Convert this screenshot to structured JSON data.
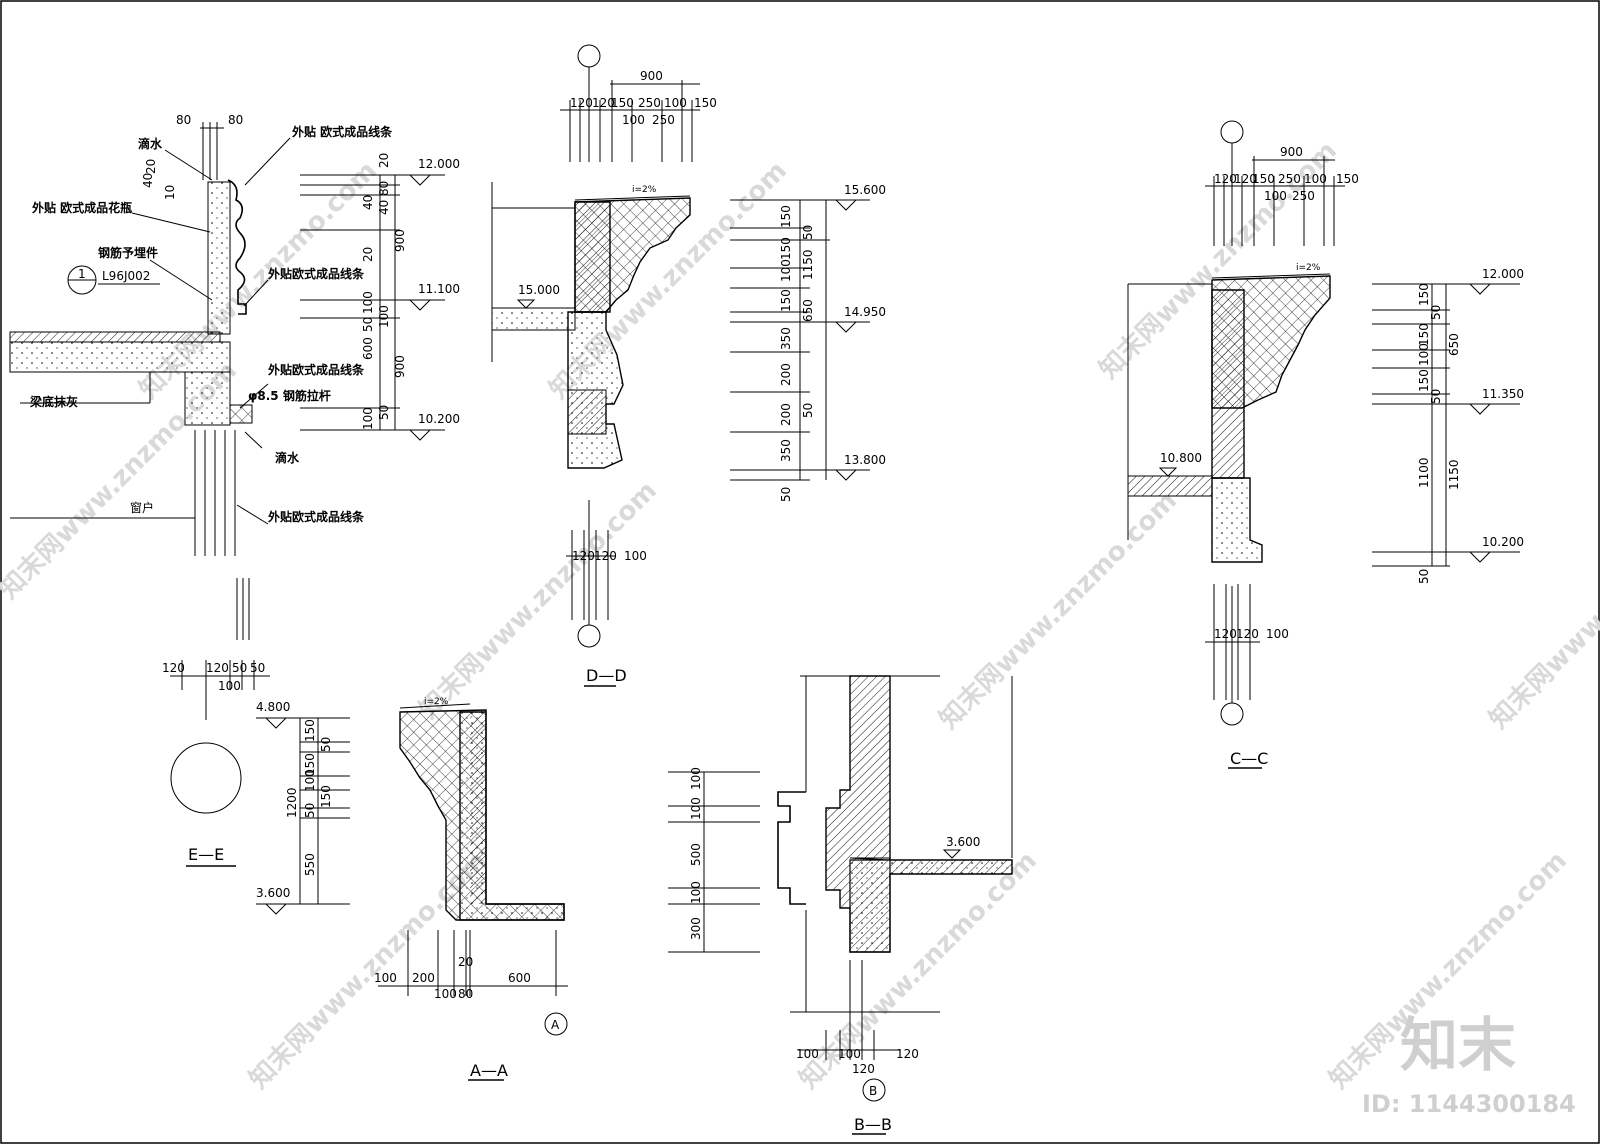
{
  "watermark": {
    "text": "知末网www.znzmo.com",
    "brand": "知末",
    "id_text": "ID: 1144300184"
  },
  "section_left": {
    "labels": {
      "drip_top": "滴水",
      "cornice_strip_top": "外贴 欧式成品线条",
      "flower_panel": "外贴 欧式成品花瓶",
      "embed": "钢筋予埋件",
      "strip_mid": "外贴欧式成品线条",
      "strip_lower": "外贴欧式成品线条",
      "rebar_tie": "φ8.5 钢筋拉杆",
      "drip_bottom": "滴水",
      "beam_plaster": "梁底抹灰",
      "window": "窗户",
      "strip_bottom": "外贴欧式成品线条",
      "ref_num": "1",
      "ref_code": "L96J002"
    },
    "elevations": [
      "12.000",
      "11.100",
      "10.200"
    ],
    "dims_top": [
      "80",
      "80"
    ],
    "dims_left_small": [
      "20",
      "40",
      "10"
    ],
    "dims_vertical": [
      "20",
      "80",
      "40",
      "40",
      "20",
      "100",
      "50",
      "600",
      "100",
      "50",
      "100",
      "900",
      "900"
    ]
  },
  "section_dd": {
    "title": "D—D",
    "axis": "",
    "dims_top": [
      "900",
      "120",
      "120",
      "150",
      "250",
      "100",
      "150",
      "100",
      "250"
    ],
    "dims_bottom": [
      "120",
      "120",
      "100"
    ],
    "slope": "i=2%",
    "elevation_floor": "15.000",
    "elevations": [
      "15.600",
      "14.950",
      "13.800"
    ],
    "dims_vertical": [
      "150",
      "150",
      "100",
      "150",
      "350",
      "200",
      "200",
      "350",
      "50",
      "50",
      "650",
      "1150",
      "50"
    ]
  },
  "section_cc": {
    "title": "C—C",
    "dims_top": [
      "900",
      "120",
      "120",
      "150",
      "250",
      "100",
      "150",
      "100",
      "250"
    ],
    "dims_bottom": [
      "120",
      "120",
      "100"
    ],
    "slope": "i=2%",
    "elevation_floor": "10.800",
    "elevations": [
      "12.000",
      "11.350",
      "10.200"
    ],
    "dims_vertical": [
      "150",
      "150",
      "100",
      "150",
      "50",
      "50",
      "650",
      "1100",
      "1150",
      "50"
    ]
  },
  "section_ee": {
    "title": "E—E",
    "dims_top": [
      "120",
      "120",
      "50",
      "50",
      "100"
    ],
    "elevations": [
      "4.800",
      "3.600"
    ],
    "dims_vertical": [
      "150",
      "150",
      "100",
      "50",
      "50",
      "150",
      "1200",
      "550"
    ]
  },
  "section_aa": {
    "title": "A—A",
    "axis": "A",
    "slope": "i=2%",
    "dims_bottom": [
      "100",
      "200",
      "100",
      "80",
      "20",
      "600"
    ]
  },
  "section_bb": {
    "title": "B—B",
    "axis": "B",
    "elevation": "3.600",
    "dims_vertical": [
      "100",
      "100",
      "500",
      "100",
      "300"
    ],
    "dims_bottom": [
      "100",
      "100",
      "120",
      "120"
    ]
  }
}
